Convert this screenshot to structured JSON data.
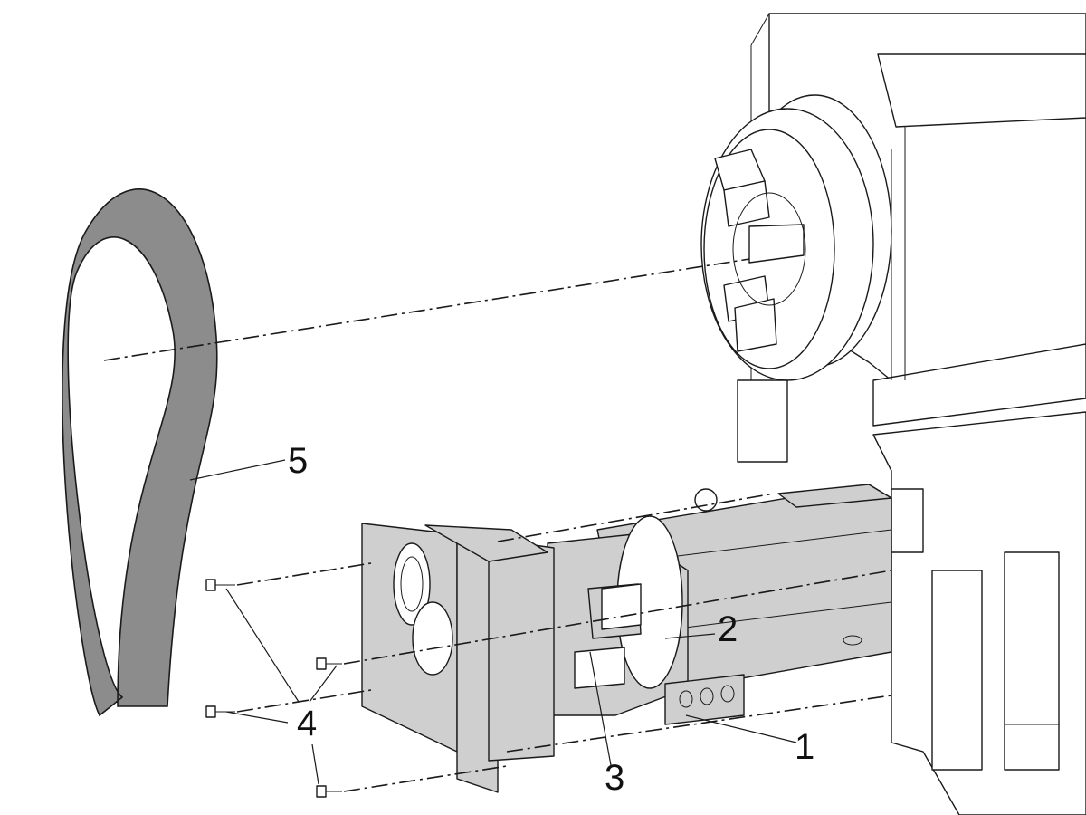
{
  "diagram": {
    "callouts": [
      {
        "id": "1",
        "label": "1"
      },
      {
        "id": "2",
        "label": "2"
      },
      {
        "id": "3",
        "label": "3"
      },
      {
        "id": "4",
        "label": "4"
      },
      {
        "id": "5",
        "label": "5"
      }
    ],
    "colors": {
      "line": "#1a1a1a",
      "belt": "#8c8c8c",
      "housing": "#cfcfcf",
      "background": "#ffffff"
    }
  }
}
